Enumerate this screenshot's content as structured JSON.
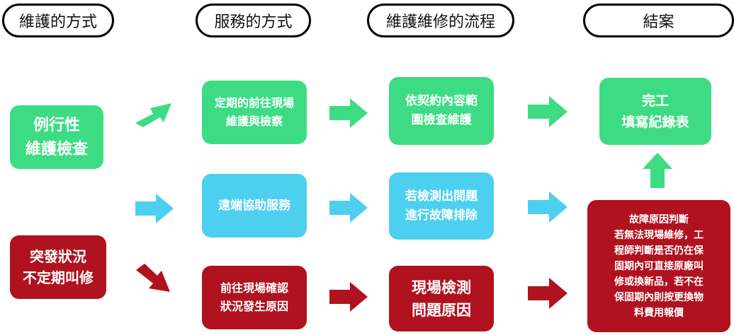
{
  "headers": {
    "maintenance_method": "維護的方式",
    "service_method": "服務的方式",
    "repair_process": "維護維修的流程",
    "closing": "結案"
  },
  "boxes": {
    "routine_check": "例行性\n維護檢查",
    "emergency": "突發狀況\n不定期叫修",
    "onsite_visit": "定期的前往現場\n維護與檢察",
    "remote_assist": "遠端協助服務",
    "onsite_confirm": "前往現場確認\n狀況發生原因",
    "scope_check": "依契約內容範\n圍檢查維護",
    "troubleshoot": "若檢測出問題\n進行故障排除",
    "onsite_detect": "現場檢測\n問題原因",
    "completion": "完工\n填寫紀錄表",
    "fault_judgment": "故障原因判斷\n若無法現場維修，工\n程師判斷是否仍在保\n固期內可直接原廠叫\n修或換新品，若不在\n保固期內則按更換物\n料費用報價"
  },
  "colors": {
    "green": "#3ddc84",
    "blue": "#4dd0ef",
    "red": "#b0121f"
  }
}
